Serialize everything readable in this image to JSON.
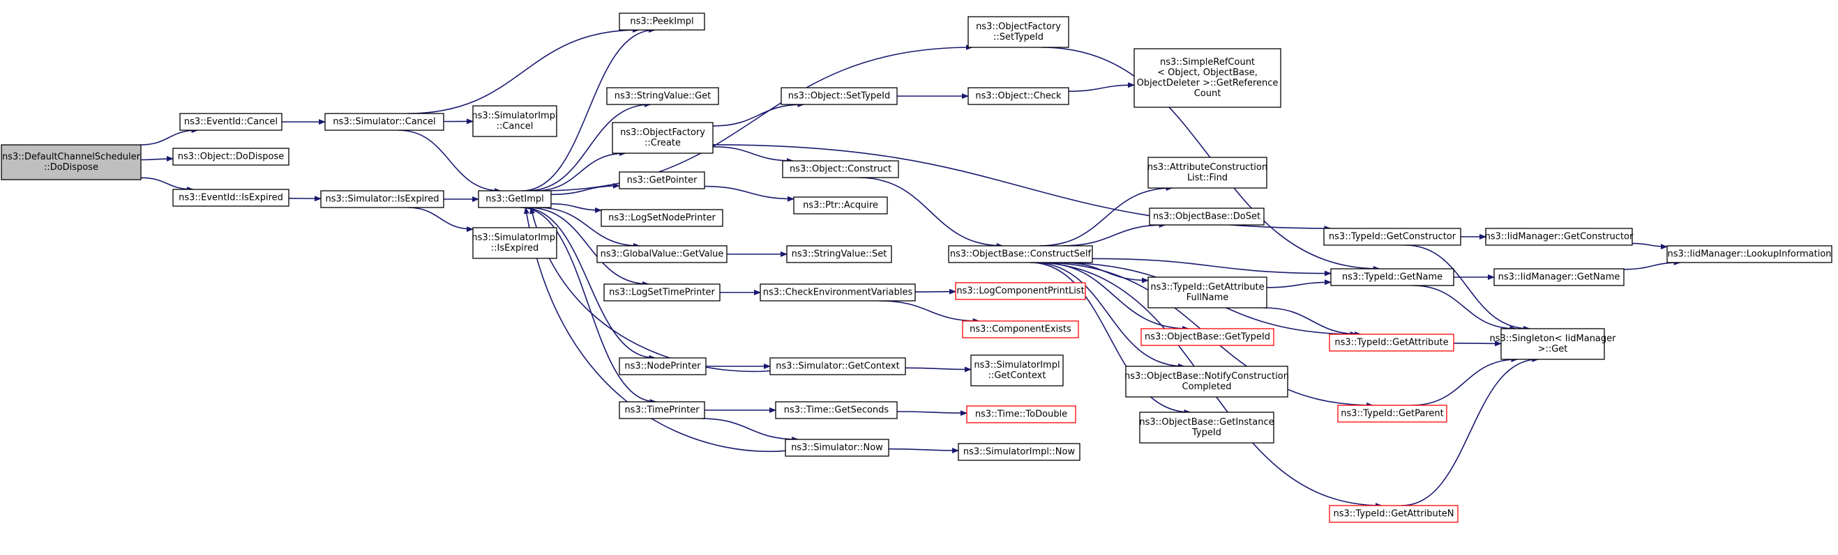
{
  "colors": {
    "edge": "#191970",
    "node_border": "#000000",
    "truncated_border": "#ff0000",
    "root_fill": "#bfbfbf",
    "node_fill": "#ffffff"
  },
  "nodes": [
    {
      "id": "root",
      "label": [
        "ns3::DefaultChannelScheduler",
        "::DoDispose"
      ],
      "kind": "root"
    },
    {
      "id": "eventid-cancel",
      "label": [
        "ns3::EventId::Cancel"
      ]
    },
    {
      "id": "object-dodispose",
      "label": [
        "ns3::Object::DoDispose"
      ]
    },
    {
      "id": "eventid-isexpired",
      "label": [
        "ns3::EventId::IsExpired"
      ]
    },
    {
      "id": "simulator-cancel",
      "label": [
        "ns3::Simulator::Cancel"
      ]
    },
    {
      "id": "simulator-isexpired",
      "label": [
        "ns3::Simulator::IsExpired"
      ]
    },
    {
      "id": "simimpl-cancel",
      "label": [
        "ns3::SimulatorImpl",
        "::Cancel"
      ]
    },
    {
      "id": "getimpl",
      "label": [
        "ns3::GetImpl"
      ]
    },
    {
      "id": "simimpl-isexpired",
      "label": [
        "ns3::SimulatorImpl",
        "::IsExpired"
      ]
    },
    {
      "id": "peekimpl",
      "label": [
        "ns3::PeekImpl"
      ]
    },
    {
      "id": "stringvalue-get",
      "label": [
        "ns3::StringValue::Get"
      ]
    },
    {
      "id": "objectfactory-create",
      "label": [
        "ns3::ObjectFactory",
        "::Create"
      ]
    },
    {
      "id": "getpointer",
      "label": [
        "ns3::GetPointer"
      ]
    },
    {
      "id": "logsetnodeprinter",
      "label": [
        "ns3::LogSetNodePrinter"
      ]
    },
    {
      "id": "globalvalue-getvalue",
      "label": [
        "ns3::GlobalValue::GetValue"
      ]
    },
    {
      "id": "logsettimeprinter",
      "label": [
        "ns3::LogSetTimePrinter"
      ]
    },
    {
      "id": "nodeprinter",
      "label": [
        "ns3::NodePrinter"
      ]
    },
    {
      "id": "timeprinter",
      "label": [
        "ns3::TimePrinter"
      ]
    },
    {
      "id": "objectfactory-settypeid",
      "label": [
        "ns3::ObjectFactory",
        "::SetTypeId"
      ]
    },
    {
      "id": "object-settypeid",
      "label": [
        "ns3::Object::SetTypeId"
      ]
    },
    {
      "id": "object-construct",
      "label": [
        "ns3::Object::Construct"
      ]
    },
    {
      "id": "ptr-acquire",
      "label": [
        "ns3::Ptr::Acquire"
      ]
    },
    {
      "id": "stringvalue-set",
      "label": [
        "ns3::StringValue::Set"
      ]
    },
    {
      "id": "checkenv",
      "label": [
        "ns3::CheckEnvironmentVariables"
      ]
    },
    {
      "id": "simulator-getcontext",
      "label": [
        "ns3::Simulator::GetContext"
      ]
    },
    {
      "id": "time-getseconds",
      "label": [
        "ns3::Time::GetSeconds"
      ]
    },
    {
      "id": "simulator-now",
      "label": [
        "ns3::Simulator::Now"
      ]
    },
    {
      "id": "object-check",
      "label": [
        "ns3::Object::Check"
      ]
    },
    {
      "id": "objectbase-constructself",
      "label": [
        "ns3::ObjectBase::ConstructSelf"
      ]
    },
    {
      "id": "logcomponentprintlist",
      "label": [
        "ns3::LogComponentPrintList"
      ],
      "kind": "trunc"
    },
    {
      "id": "componentexists",
      "label": [
        "ns3::ComponentExists"
      ],
      "kind": "trunc"
    },
    {
      "id": "simimpl-getcontext",
      "label": [
        "ns3::SimulatorImpl",
        "::GetContext"
      ]
    },
    {
      "id": "time-todouble",
      "label": [
        "ns3::Time::ToDouble"
      ],
      "kind": "trunc"
    },
    {
      "id": "simimpl-now",
      "label": [
        "ns3::SimulatorImpl::Now"
      ]
    },
    {
      "id": "simplerefcount",
      "label": [
        "ns3::SimpleRefCount",
        "< Object, ObjectBase,",
        "ObjectDeleter >::GetReference",
        "Count"
      ]
    },
    {
      "id": "attrconstructionlist-find",
      "label": [
        "ns3::AttributeConstruction",
        "List::Find"
      ]
    },
    {
      "id": "objectbase-doset",
      "label": [
        "ns3::ObjectBase::DoSet"
      ]
    },
    {
      "id": "typeid-getattributefullname",
      "label": [
        "ns3::TypeId::GetAttribute",
        "FullName"
      ]
    },
    {
      "id": "objectbase-gettypeid",
      "label": [
        "ns3::ObjectBase::GetTypeId"
      ],
      "kind": "trunc"
    },
    {
      "id": "objectbase-notify",
      "label": [
        "ns3::ObjectBase::NotifyConstruction",
        "Completed"
      ]
    },
    {
      "id": "objectbase-getinstancetypeid",
      "label": [
        "ns3::ObjectBase::GetInstance",
        "TypeId"
      ]
    },
    {
      "id": "typeid-getconstructor",
      "label": [
        "ns3::TypeId::GetConstructor"
      ]
    },
    {
      "id": "typeid-getname",
      "label": [
        "ns3::TypeId::GetName"
      ]
    },
    {
      "id": "typeid-getattribute",
      "label": [
        "ns3::TypeId::GetAttribute"
      ],
      "kind": "trunc"
    },
    {
      "id": "typeid-getparent",
      "label": [
        "ns3::TypeId::GetParent"
      ],
      "kind": "trunc"
    },
    {
      "id": "typeid-getattributen",
      "label": [
        "ns3::TypeId::GetAttributeN"
      ],
      "kind": "trunc"
    },
    {
      "id": "iidmanager-getconstructor",
      "label": [
        "ns3::IidManager::GetConstructor"
      ]
    },
    {
      "id": "iidmanager-getname",
      "label": [
        "ns3::IidManager::GetName"
      ]
    },
    {
      "id": "singleton-get",
      "label": [
        "ns3::Singleton< IidManager",
        ">::Get"
      ]
    },
    {
      "id": "iidmanager-lookupinformation",
      "label": [
        "ns3::IidManager::LookupInformation"
      ]
    }
  ],
  "edges": [
    [
      "root",
      "eventid-cancel"
    ],
    [
      "root",
      "object-dodispose"
    ],
    [
      "root",
      "eventid-isexpired"
    ],
    [
      "eventid-cancel",
      "simulator-cancel"
    ],
    [
      "eventid-isexpired",
      "simulator-isexpired"
    ],
    [
      "simulator-cancel",
      "simimpl-cancel"
    ],
    [
      "simulator-cancel",
      "getimpl"
    ],
    [
      "simulator-cancel",
      "peekimpl"
    ],
    [
      "simulator-isexpired",
      "getimpl"
    ],
    [
      "simulator-isexpired",
      "simimpl-isexpired"
    ],
    [
      "getimpl",
      "peekimpl"
    ],
    [
      "getimpl",
      "stringvalue-get"
    ],
    [
      "getimpl",
      "objectfactory-create"
    ],
    [
      "getimpl",
      "getpointer"
    ],
    [
      "getimpl",
      "logsetnodeprinter"
    ],
    [
      "getimpl",
      "globalvalue-getvalue"
    ],
    [
      "getimpl",
      "logsettimeprinter"
    ],
    [
      "getimpl",
      "nodeprinter"
    ],
    [
      "getimpl",
      "timeprinter"
    ],
    [
      "getimpl",
      "objectfactory-settypeid"
    ],
    [
      "objectfactory-create",
      "object-settypeid"
    ],
    [
      "objectfactory-create",
      "object-construct"
    ],
    [
      "objectfactory-create",
      "typeid-getconstructor"
    ],
    [
      "getpointer",
      "ptr-acquire"
    ],
    [
      "globalvalue-getvalue",
      "stringvalue-set"
    ],
    [
      "logsettimeprinter",
      "checkenv"
    ],
    [
      "nodeprinter",
      "simulator-getcontext"
    ],
    [
      "simulator-getcontext",
      "getimpl"
    ],
    [
      "simulator-getcontext",
      "simimpl-getcontext"
    ],
    [
      "timeprinter",
      "time-getseconds"
    ],
    [
      "timeprinter",
      "simulator-now"
    ],
    [
      "simulator-now",
      "getimpl"
    ],
    [
      "simulator-now",
      "simimpl-now"
    ],
    [
      "time-getseconds",
      "time-todouble"
    ],
    [
      "checkenv",
      "logcomponentprintlist"
    ],
    [
      "checkenv",
      "componentexists"
    ],
    [
      "object-settypeid",
      "object-check"
    ],
    [
      "object-check",
      "simplerefcount"
    ],
    [
      "object-construct",
      "objectbase-constructself"
    ],
    [
      "objectfactory-settypeid",
      "typeid-getname"
    ],
    [
      "objectbase-constructself",
      "attrconstructionlist-find"
    ],
    [
      "objectbase-constructself",
      "objectbase-doset"
    ],
    [
      "objectbase-constructself",
      "typeid-getname"
    ],
    [
      "objectbase-constructself",
      "typeid-getattributefullname"
    ],
    [
      "objectbase-constructself",
      "objectbase-gettypeid"
    ],
    [
      "objectbase-constructself",
      "objectbase-notify"
    ],
    [
      "objectbase-constructself",
      "objectbase-getinstancetypeid"
    ],
    [
      "objectbase-constructself",
      "typeid-getattribute"
    ],
    [
      "objectbase-constructself",
      "typeid-getparent"
    ],
    [
      "objectbase-constructself",
      "typeid-getattributen"
    ],
    [
      "typeid-getattributefullname",
      "typeid-getname"
    ],
    [
      "typeid-getattributefullname",
      "typeid-getattribute"
    ],
    [
      "typeid-getconstructor",
      "iidmanager-getconstructor"
    ],
    [
      "typeid-getconstructor",
      "singleton-get"
    ],
    [
      "typeid-getname",
      "iidmanager-getname"
    ],
    [
      "typeid-getname",
      "singleton-get"
    ],
    [
      "typeid-getattribute",
      "singleton-get"
    ],
    [
      "typeid-getparent",
      "singleton-get"
    ],
    [
      "typeid-getattributen",
      "singleton-get"
    ],
    [
      "iidmanager-getconstructor",
      "iidmanager-lookupinformation"
    ],
    [
      "iidmanager-getname",
      "iidmanager-lookupinformation"
    ]
  ]
}
